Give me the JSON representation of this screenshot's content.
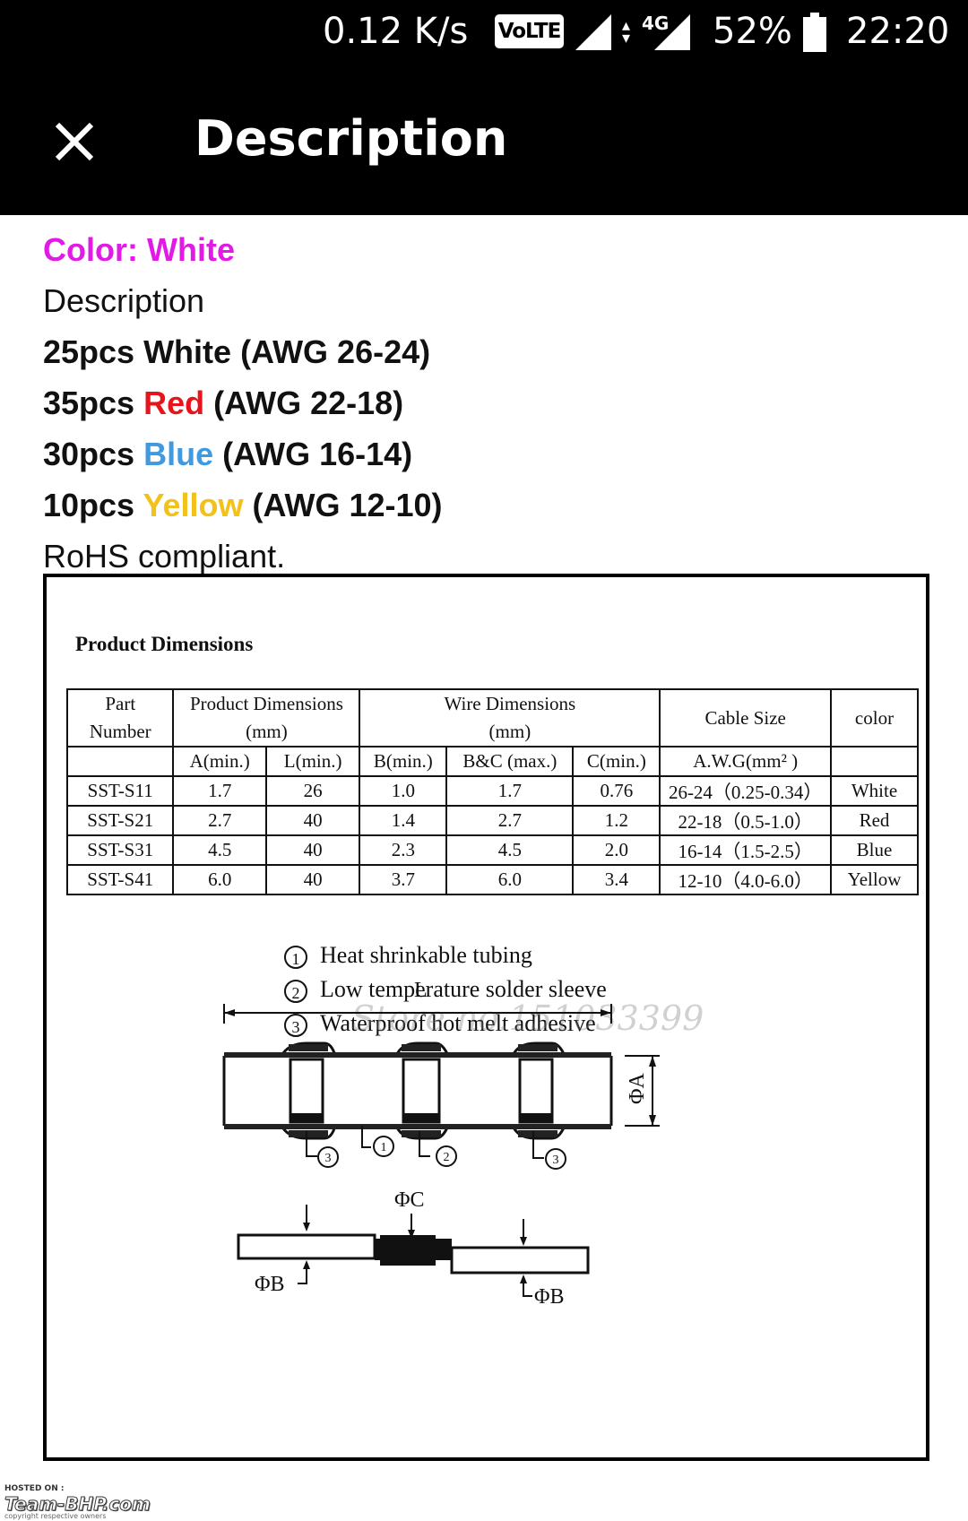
{
  "status_bar": {
    "speed": "0.12 K/s",
    "volte": "VoLTE",
    "network": "4G",
    "battery": "52%",
    "time": "22:20"
  },
  "app_bar": {
    "title": "Description",
    "close_icon": "close-icon"
  },
  "description": {
    "color_line": "Color: White",
    "heading": "Description",
    "items": [
      {
        "prefix": "25pcs ",
        "color_word": "White",
        "suffix": " (AWG 26-24)",
        "color": "#111111"
      },
      {
        "prefix": "35pcs ",
        "color_word": "Red",
        "suffix": " (AWG 22-18)",
        "color": "#e8141b"
      },
      {
        "prefix": "30pcs ",
        "color_word": "Blue",
        "suffix": " (AWG 16-14)",
        "color": "#3f9ae0"
      },
      {
        "prefix": "10pcs ",
        "color_word": "Yellow",
        "suffix": " (AWG 12-10)",
        "color": "#f2c21a"
      }
    ],
    "note": "RoHS compliant."
  },
  "spec": {
    "title": "Product Dimensions",
    "header": {
      "part_number_1": "Part",
      "part_number_2": "Number",
      "product_dims_1": "Product Dimensions",
      "product_dims_2": "(mm)",
      "wire_dims_1": "Wire Dimensions",
      "wire_dims_2": "(mm)",
      "cable_size": "Cable Size",
      "color": "color"
    },
    "subheader": {
      "a_min": "A(min.)",
      "l_min": "L(min.)",
      "b_min": "B(min.)",
      "bc_max": "B&C (max.)",
      "c_min": "C(min.)",
      "awg": "A.W.G(mm² )"
    },
    "rows": [
      {
        "part": "SST-S11",
        "a": "1.7",
        "l": "26",
        "b": "1.0",
        "bc": "1.7",
        "c": "0.76",
        "awg": "26-24（0.25-0.34）",
        "color": "White"
      },
      {
        "part": "SST-S21",
        "a": "2.7",
        "l": "40",
        "b": "1.4",
        "bc": "2.7",
        "c": "1.2",
        "awg": "22-18（0.5-1.0）",
        "color": "Red"
      },
      {
        "part": "SST-S31",
        "a": "4.5",
        "l": "40",
        "b": "2.3",
        "bc": "4.5",
        "c": "2.0",
        "awg": "16-14（1.5-2.5）",
        "color": "Blue"
      },
      {
        "part": "SST-S41",
        "a": "6.0",
        "l": "40",
        "b": "3.7",
        "bc": "6.0",
        "c": "3.4",
        "awg": "12-10（4.0-6.0）",
        "color": "Yellow"
      }
    ],
    "legend": [
      {
        "num": "1",
        "text": "Heat shrinkable tubing"
      },
      {
        "num": "2",
        "text": "Low temperature solder sleeve"
      },
      {
        "num": "3",
        "text": "Waterproof hot melt adhesive"
      }
    ],
    "watermark": "Store no.151033399",
    "drawing_labels": {
      "length": "L",
      "phi_a": "ΦA",
      "callout_1": "1",
      "callout_2": "2",
      "callout_3": "3",
      "phi_c": "ΦC",
      "phi_b": "ΦB"
    }
  },
  "footer": {
    "hosted": "HOSTED ON :",
    "brand": "Team-BHP.com",
    "copyright": "copyright respective owners"
  }
}
